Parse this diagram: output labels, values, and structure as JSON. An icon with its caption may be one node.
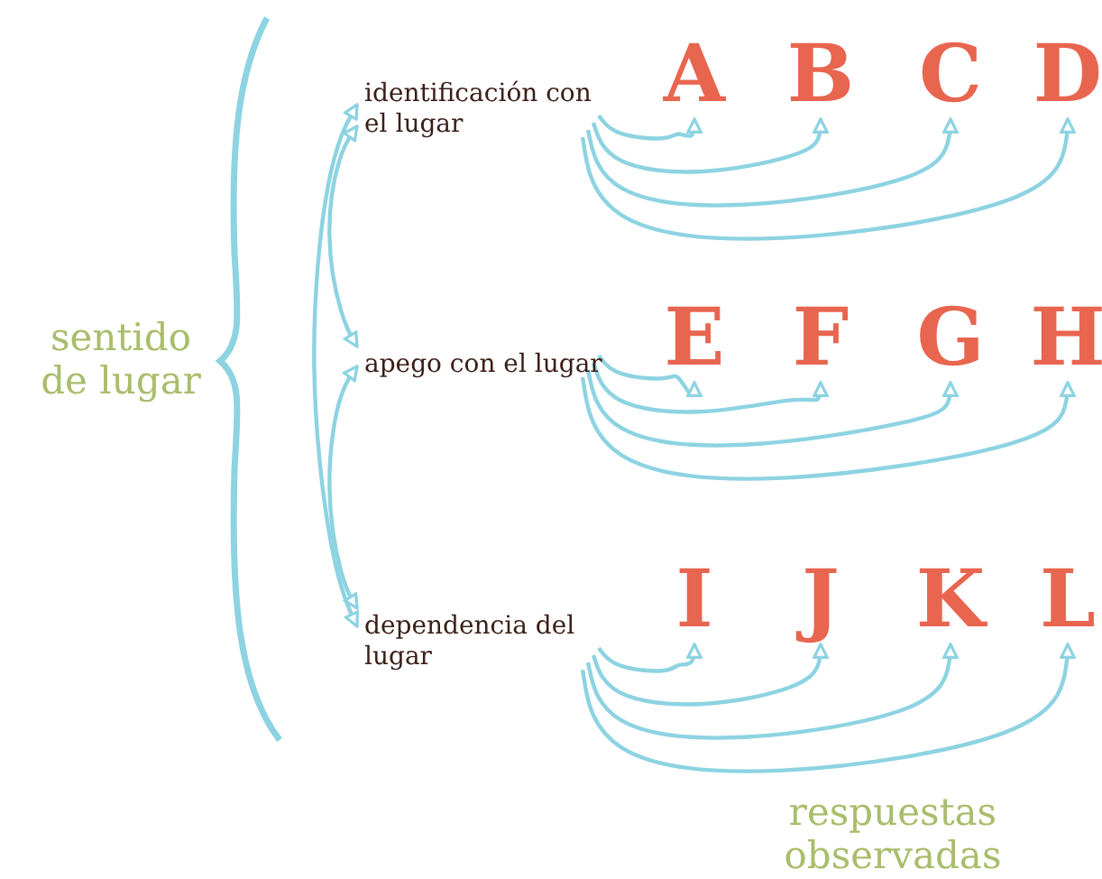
{
  "diagram": {
    "nodes": [
      {
        "text": [
          "identificación con el lugar"
        ]
      },
      {
        "text": [
          "apego con el lugar"
        ]
      },
      {
        "text": [
          "dependencia del lugar"
        ]
      },
      {
        "text": [
          "A"
        ]
      },
      {
        "text": [
          "B"
        ]
      },
      {
        "text": [
          "C"
        ]
      },
      {
        "text": [
          "D"
        ]
      },
      {
        "text": [
          "E"
        ]
      },
      {
        "text": [
          "F"
        ]
      },
      {
        "text": [
          "G"
        ]
      },
      {
        "text": [
          "H"
        ]
      },
      {
        "text": [
          "I"
        ]
      },
      {
        "text": [
          "J"
        ]
      },
      {
        "text": [
          "K"
        ]
      },
      {
        "text": [
          "L"
        ]
      }
    ],
    "edges": [
      {
        "from": 0,
        "to": 1,
        "arrow": "both"
      },
      {
        "from": 1,
        "to": 2,
        "arrow": "both"
      },
      {
        "from": 0,
        "to": 2,
        "arrow": "both"
      },
      {
        "from": 0,
        "to": 3,
        "arrow": "to"
      },
      {
        "from": 0,
        "to": 4,
        "arrow": "to"
      },
      {
        "from": 0,
        "to": 5,
        "arrow": "to"
      },
      {
        "from": 0,
        "to": 6,
        "arrow": "to"
      },
      {
        "from": 1,
        "to": 7,
        "arrow": "to"
      },
      {
        "from": 1,
        "to": 8,
        "arrow": "to"
      },
      {
        "from": 1,
        "to": 9,
        "arrow": "to"
      },
      {
        "from": 1,
        "to": 10,
        "arrow": "to"
      },
      {
        "from": 2,
        "to": 11,
        "arrow": "to"
      },
      {
        "from": 2,
        "to": 12,
        "arrow": "to"
      },
      {
        "from": 2,
        "to": 13,
        "arrow": "to"
      },
      {
        "from": 2,
        "to": 14,
        "arrow": "to"
      }
    ],
    "labels": [
      "sentido de lugar",
      "respuestas observadas"
    ]
  }
}
